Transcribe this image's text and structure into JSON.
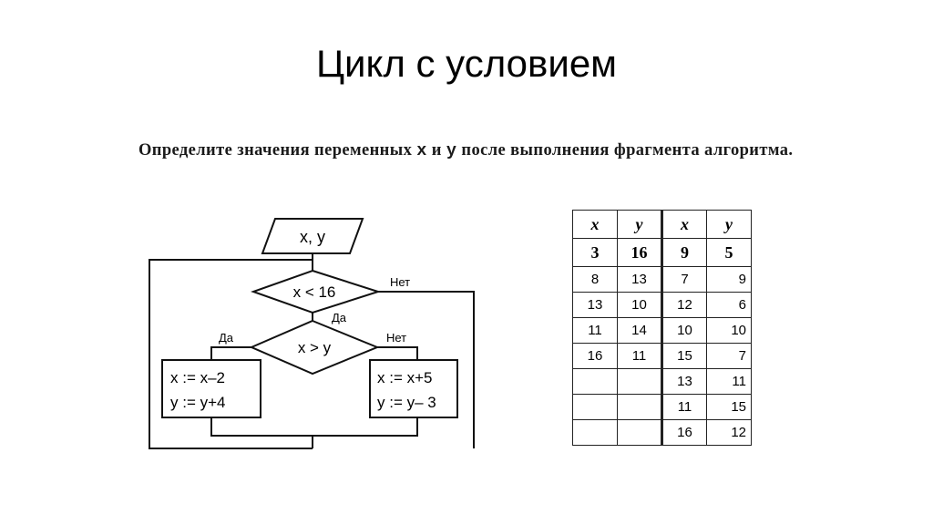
{
  "title": "Цикл с условием",
  "task": {
    "before": "Определите значения переменных ",
    "var_x": "x",
    "and": " и ",
    "var_y": "y",
    "after": " после выполнения фрагмента алгоритма."
  },
  "flowchart": {
    "input_label": "x, y",
    "condition_label": "x < 16",
    "condition_no": "Нет",
    "condition_yes": "Да",
    "compare_label": "x > y",
    "compare_yes": "Да",
    "compare_no": "Нет",
    "left_block": [
      "x := x–2",
      "y := y+4"
    ],
    "right_block": [
      "x := x+5",
      "y := y– 3"
    ]
  },
  "trace_table": {
    "headers": [
      "x",
      "y",
      "x",
      "y"
    ],
    "initial": [
      "3",
      "16",
      "9",
      "5"
    ],
    "rows": [
      [
        "8",
        "13",
        "7",
        "9"
      ],
      [
        "13",
        "10",
        "12",
        "6"
      ],
      [
        "11",
        "14",
        "10",
        "10"
      ],
      [
        "16",
        "11",
        "15",
        "7"
      ],
      [
        "",
        "",
        "13",
        "11"
      ],
      [
        "",
        "",
        "11",
        "15"
      ],
      [
        "",
        "",
        "16",
        "12"
      ]
    ]
  }
}
